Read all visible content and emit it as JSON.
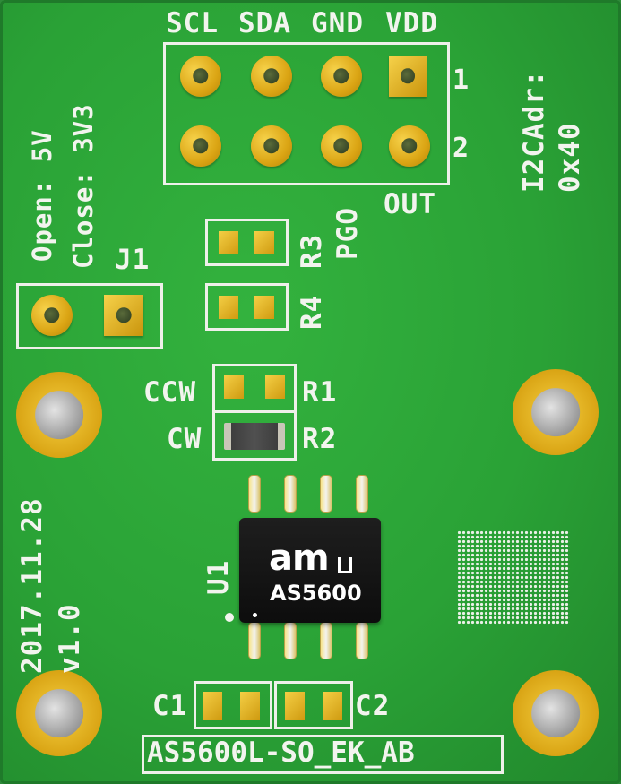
{
  "header": {
    "pins": [
      "SCL",
      "SDA",
      "GND",
      "VDD"
    ],
    "row1": "1",
    "row2": "2",
    "pgo": "PGO",
    "out": "OUT"
  },
  "i2c": {
    "label": "I2CAdr:",
    "value": "0x40"
  },
  "jumper": {
    "open": "Open: 5V",
    "close": "Close: 3V3",
    "name": "J1"
  },
  "resistors": {
    "r1": "R1",
    "r2": "R2",
    "r3": "R3",
    "r4": "R4",
    "ccw": "CCW",
    "cw": "CW"
  },
  "chip": {
    "brand": "am",
    "part": "AS5600",
    "ref": "U1"
  },
  "caps": {
    "c1": "C1",
    "c2": "C2"
  },
  "meta": {
    "date": "2017.11.28",
    "version": "v1.0",
    "board_name": "AS5600L-SO_EK_AB"
  }
}
